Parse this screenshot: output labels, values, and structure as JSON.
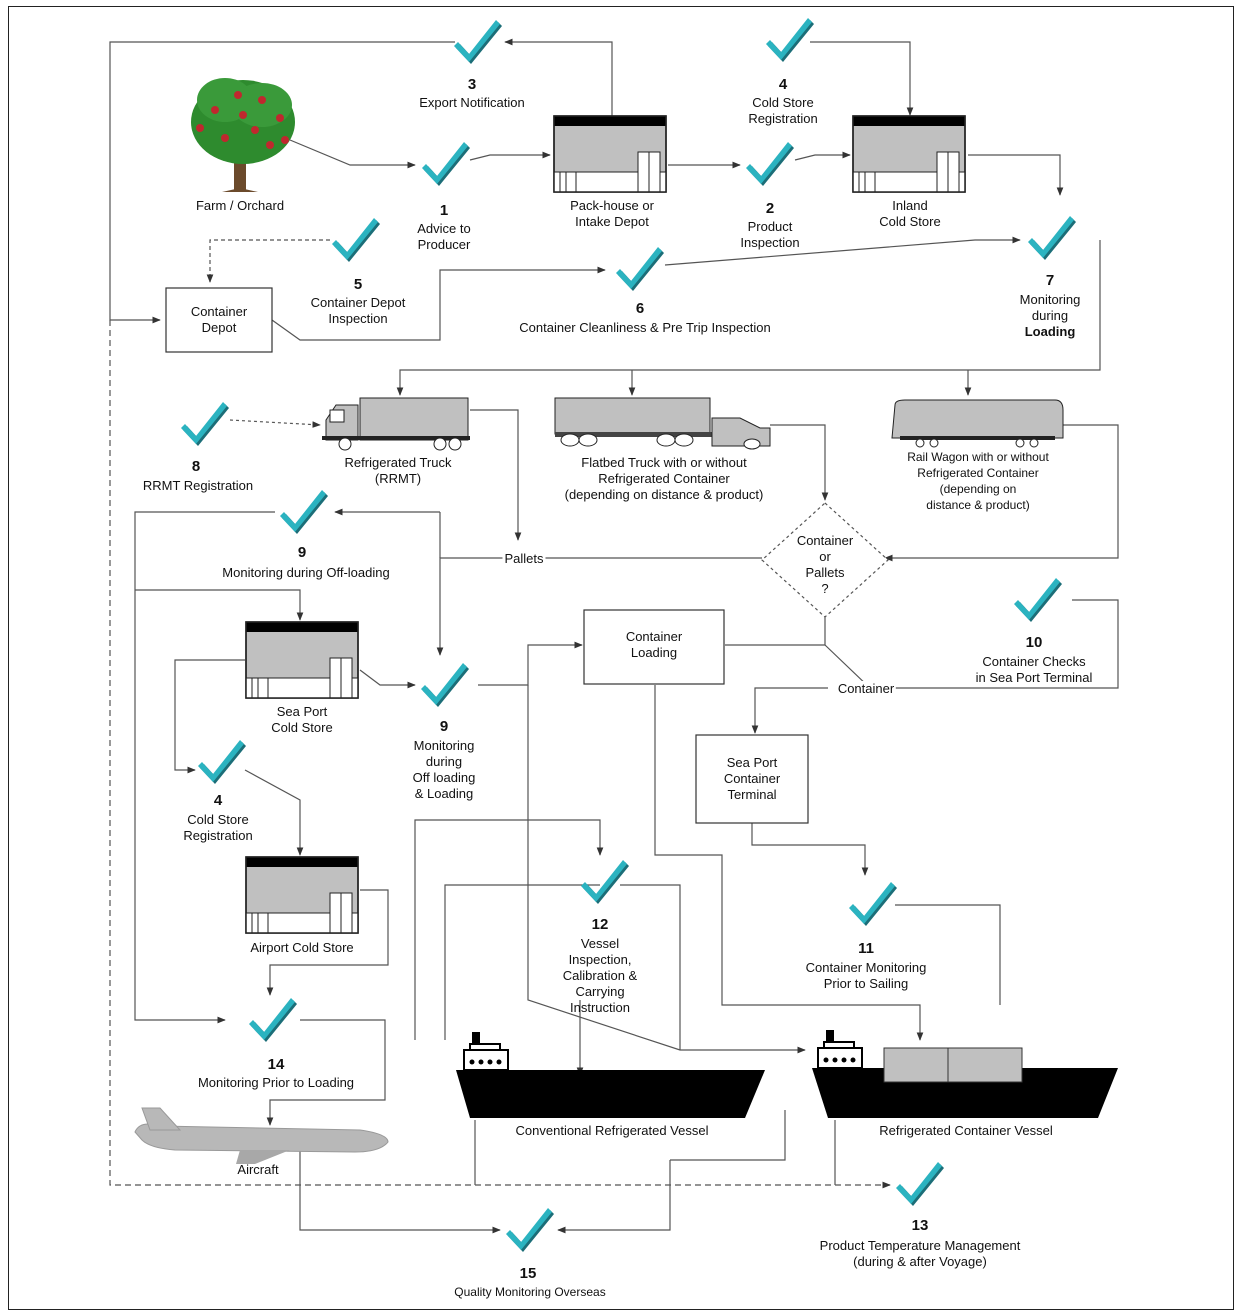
{
  "nodes": {
    "farm": "Farm / Orchard",
    "advice": {
      "num": "1",
      "lines": [
        "Advice to",
        "Producer"
      ]
    },
    "export": {
      "num": "3",
      "lines": [
        "Export Notification"
      ]
    },
    "packhouse": [
      "Pack-house or",
      "Intake Depot"
    ],
    "product_insp": {
      "num": "2",
      "lines": [
        "Product",
        "Inspection"
      ]
    },
    "coldreg_top": {
      "num": "4",
      "lines": [
        "Cold Store",
        "Registration"
      ]
    },
    "inland": [
      "Inland",
      "Cold Store"
    ],
    "monitor_loading": {
      "num": "7",
      "lines": [
        "Monitoring",
        "during",
        "Loading"
      ]
    },
    "container_depot": [
      "Container",
      "Depot"
    ],
    "depot_insp": {
      "num": "5",
      "lines": [
        "Container Depot",
        "Inspection"
      ]
    },
    "cleanliness": {
      "num": "6",
      "lines": [
        "Container Cleanliness & Pre Trip  Inspection"
      ]
    },
    "rrmt_reg": {
      "num": "8",
      "lines": [
        "RRMT Registration"
      ]
    },
    "reefer_truck": [
      "Refrigerated Truck",
      "(RRMT)"
    ],
    "flatbed": [
      "Flatbed Truck with or without",
      "Refrigerated Container",
      "(depending on distance & product)"
    ],
    "rail": [
      "Rail Wagon with or without",
      "Refrigerated Container",
      "(depending on",
      "distance & product)"
    ],
    "monitor_offload": {
      "num": "9",
      "lines": [
        "Monitoring during Off-loading"
      ]
    },
    "pallets": "Pallets",
    "decision": [
      "Container",
      "or",
      "Pallets",
      "?"
    ],
    "container_loading": [
      "Container",
      "Loading"
    ],
    "checks_terminal": {
      "num": "10",
      "lines": [
        "Container Checks",
        "in Sea Port Terminal"
      ]
    },
    "seaport_cold": [
      "Sea Port",
      "Cold Store"
    ],
    "monitor_offload_loading": {
      "num": "9",
      "lines": [
        "Monitoring",
        "during",
        "Off loading",
        "& Loading"
      ]
    },
    "container_edge": "Container",
    "seaport_terminal": [
      "Sea Port",
      "Container",
      "Terminal"
    ],
    "coldreg_low": {
      "num": "4",
      "lines": [
        "Cold Store",
        "Registration"
      ]
    },
    "airport_cold": "Airport Cold Store",
    "vessel_insp": {
      "num": "12",
      "lines": [
        "Vessel",
        "Inspection,",
        "Calibration &",
        "Carrying",
        "Instruction"
      ]
    },
    "container_monitor": {
      "num": "11",
      "lines": [
        "Container Monitoring",
        "Prior to Sailing"
      ]
    },
    "monitor_prior": {
      "num": "14",
      "lines": [
        "Monitoring Prior to Loading"
      ]
    },
    "conv_vessel": "Conventional Refrigerated Vessel",
    "container_vessel": "Refrigerated Container Vessel",
    "aircraft": "Aircraft",
    "temp_mgmt": {
      "num": "13",
      "lines": [
        "Product Temperature Management",
        "(during & after Voyage)"
      ]
    },
    "quality": {
      "num": "15",
      "lines": [
        "Quality Monitoring Overseas"
      ]
    }
  },
  "colors": {
    "check": "#2bb3c0",
    "check_shadow": "#1c6e78",
    "building_gray": "#c0c0c0",
    "roof": "#000000",
    "line": "#555555",
    "vessel": "#000000",
    "tree": "#2e8b2e",
    "apple": "#c0282e",
    "trunk": "#6b4a2b"
  },
  "icons": [
    "checkmark-icon",
    "tree-icon",
    "building-icon",
    "truck-icon",
    "rail-wagon-icon",
    "ship-icon",
    "aircraft-icon"
  ]
}
